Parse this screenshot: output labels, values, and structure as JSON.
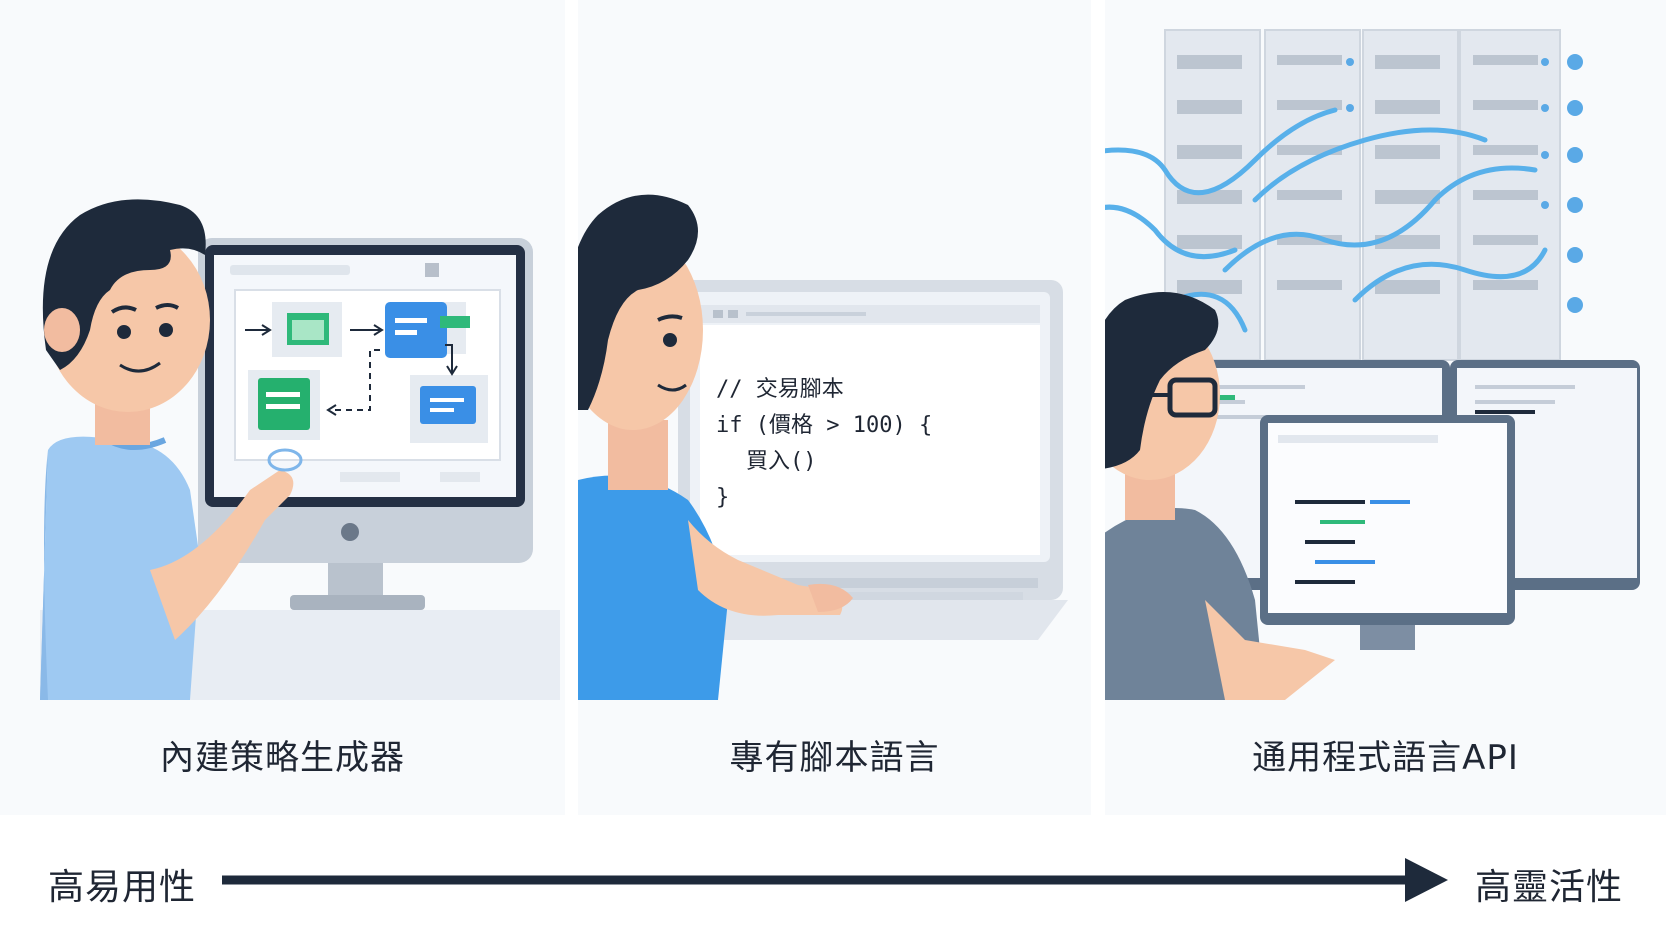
{
  "panels": [
    {
      "label": "內建策略生成器"
    },
    {
      "label": "專有腳本語言"
    },
    {
      "label": "通用程式語言API"
    }
  ],
  "code": {
    "line1": "// 交易腳本",
    "line2": "if (價格 > 100) {",
    "line3": "買入()",
    "line4": "}"
  },
  "axis": {
    "left_label": "高易用性",
    "right_label": "高靈活性"
  },
  "colors": {
    "accent_blue": "#2f86e8",
    "accent_green": "#22b573",
    "dark_navy": "#1e2a3b",
    "skin": "#f6c7a8",
    "shirt": "#5aaaf0"
  }
}
